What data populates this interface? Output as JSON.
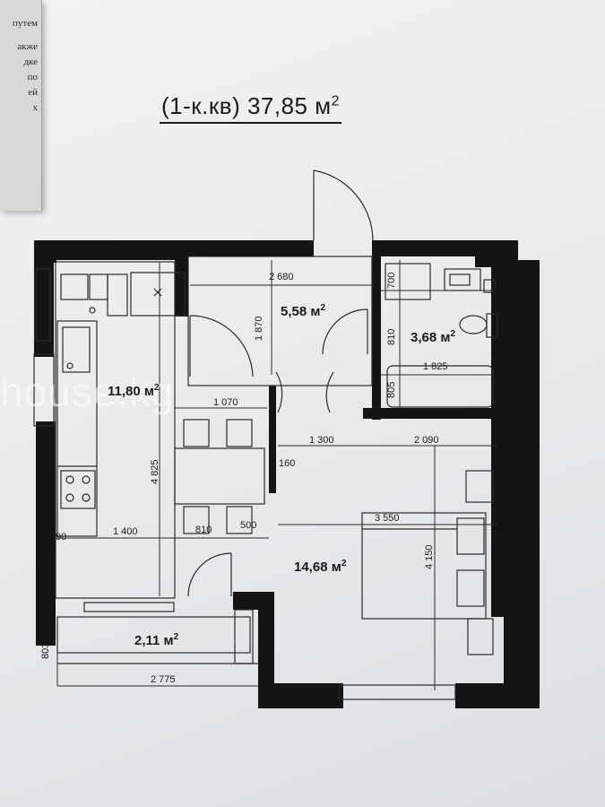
{
  "book_edge_lines": [
    "путем",
    "акже",
    "дке",
    "по",
    "ей",
    "х"
  ],
  "title": {
    "text": "(1-к.кв)  37,85 м",
    "sup": "2"
  },
  "rooms": {
    "kitchen": {
      "area": "11,80 м",
      "sup": "2"
    },
    "hall": {
      "area": "5,58 м",
      "sup": "2"
    },
    "bathroom": {
      "area": "3,68 м",
      "sup": "2"
    },
    "bedroom": {
      "area": "14,68 м",
      "sup": "2"
    },
    "balcony": {
      "area": "2,11 м",
      "sup": "2"
    }
  },
  "dimensions": {
    "hall_width": "2 680",
    "hall_height": "1 870",
    "bath_top": "700",
    "bath_mid": "810",
    "bath_width": "1 825",
    "bath_bottom": "805",
    "kitchen_top": "1 070",
    "kitchen_height": "4 825",
    "corridor_width": "1 300",
    "bedroom_top": "2 090",
    "corridor_gap": "160",
    "kitchen_left": "90",
    "kitchen_width": "1 400",
    "kitchen_door": "810",
    "kitchen_gap": "500",
    "bedroom_width": "3 550",
    "bedroom_height": "4 150",
    "balcony_depth": "803",
    "balcony_width": "2 775"
  },
  "watermark": "house.kg",
  "colors": {
    "wall": "#141414",
    "line": "#2a2a2a",
    "paper": "#eceef0"
  }
}
